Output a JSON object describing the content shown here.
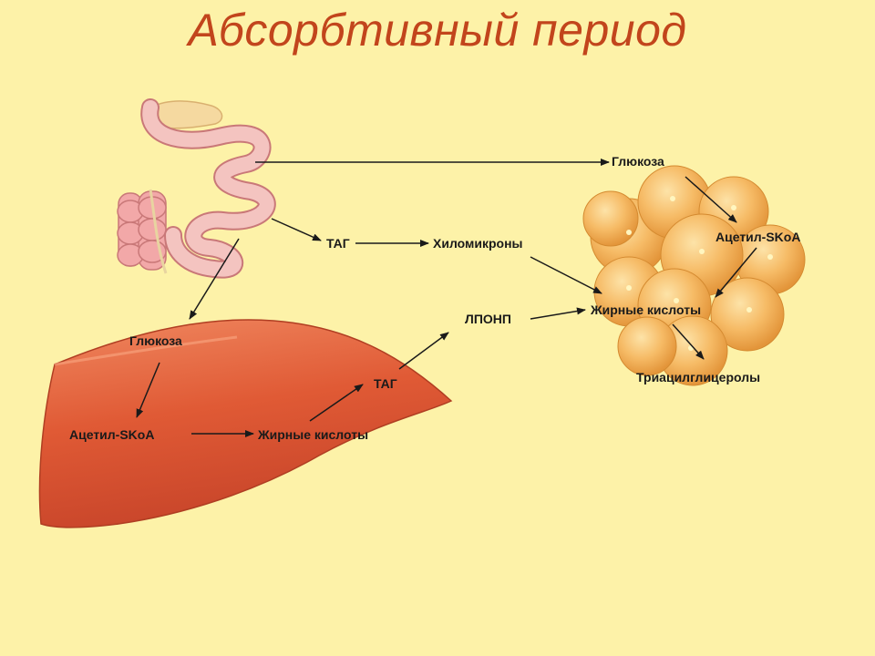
{
  "title": "Абсорбтивный период",
  "labels": {
    "intestine_glucose": "Глюкоза",
    "intestine_tag": "ТАГ",
    "chylomicrons": "Хиломикроны",
    "lponp": "ЛПОНП",
    "adipose_acetyl": "Ацетил-SKoA",
    "adipose_fatty_acids": "Жирные кислоты",
    "triacylglycerols": "Триацилглицеролы",
    "liver_glucose": "Глюкоза",
    "liver_acetyl": "Ацетил-SKoA",
    "liver_fatty_acids": "Жирные кислоты",
    "liver_tag": "ТАГ"
  },
  "colors": {
    "background": "#fdf2a8",
    "title": "#c2451c",
    "liver": "#e0603a",
    "intestine": "#f1b4b0",
    "adipocyte": "#f4b35a",
    "arrow": "#1a1a1a"
  }
}
